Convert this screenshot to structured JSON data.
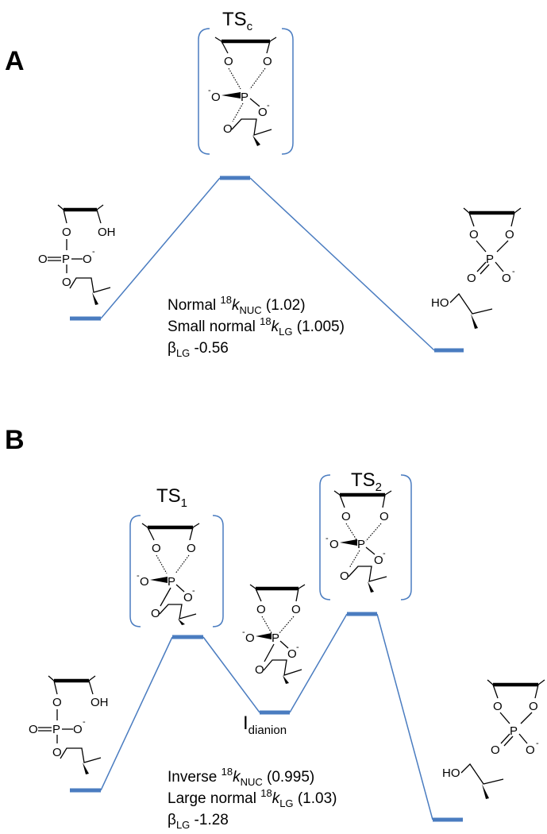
{
  "panel_a": {
    "letter": "A",
    "ts_label_main": "TS",
    "ts_label_sub": "c",
    "kie_lines": [
      {
        "text1": "Normal ",
        "sup": "18",
        "k": "k",
        "sub": "NUC",
        "text2": " (1.02)"
      },
      {
        "text1": "Small normal ",
        "sup": "18",
        "k": "k",
        "sub": "LG",
        "text2": " (1.005)"
      },
      {
        "text1": "β",
        "sup": "",
        "k": "",
        "sub": "LG",
        "text2": " -0.56"
      }
    ]
  },
  "panel_b": {
    "letter": "B",
    "ts1_main": "TS",
    "ts1_sub": "1",
    "ts2_main": "TS",
    "ts2_sub": "2",
    "intermediate_main": "I",
    "intermediate_sub": "dianion",
    "kie_lines": [
      {
        "text1": "Inverse ",
        "sup": "18",
        "k": "k",
        "sub": "NUC",
        "text2": " (0.995)"
      },
      {
        "text1": "Large normal ",
        "sup": "18",
        "k": "k",
        "sub": "LG",
        "text2": " (1.03)"
      },
      {
        "text1": "β",
        "sup": "",
        "k": "",
        "sub": "LG",
        "text2": " -1.28"
      }
    ]
  },
  "atoms": {
    "O": "O",
    "P": "P",
    "OH": "OH",
    "HO": "HO",
    "minus": "-"
  },
  "colors": {
    "energy_level": "#4a7cc0",
    "connector": "#4a7cc0",
    "bracket": "#4a7cc0",
    "structure": "#000000"
  }
}
